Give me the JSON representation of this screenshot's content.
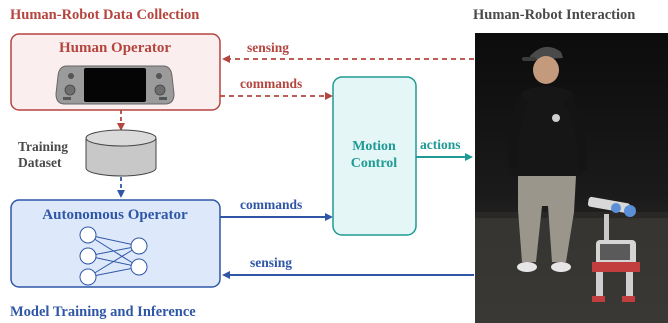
{
  "headings": {
    "data_collection": "Human-Robot Data Collection",
    "interaction": "Human-Robot Interaction",
    "training": "Model Training and Inference"
  },
  "boxes": {
    "human_operator": "Human Operator",
    "autonomous_operator": "Autonomous Operator",
    "motion_control_line1": "Motion",
    "motion_control_line2": "Control",
    "dataset_line1": "Training",
    "dataset_line2": "Dataset"
  },
  "arrows": {
    "sensing_top": "sensing",
    "commands_top": "commands",
    "actions": "actions",
    "commands_bottom": "commands",
    "sensing_bottom": "sensing"
  },
  "colors": {
    "human_red": "#b5453f",
    "human_fill": "#fbeeee",
    "auto_blue": "#2f57a6",
    "auto_fill": "#dde8fb",
    "teal": "#1f9a95",
    "teal_fill": "#e4f6f5",
    "dataset_gray": "#c8c8c8",
    "heading_gray": "#4a4a4a"
  }
}
